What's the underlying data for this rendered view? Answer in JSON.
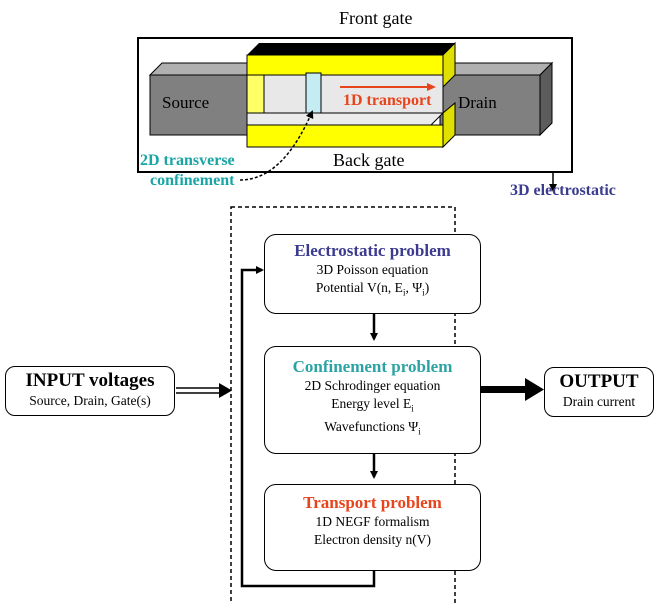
{
  "device": {
    "front_gate": "Front gate",
    "back_gate": "Back gate",
    "source": "Source",
    "drain": "Drain",
    "transport_label": "1D transport",
    "confinement_label_1": "2D transverse",
    "confinement_label_2": "confinement",
    "electrostatic_label": "3D electrostatic"
  },
  "input": {
    "title": "INPUT voltages",
    "detail": "Source, Drain, Gate(s)"
  },
  "output": {
    "title": "OUTPUT",
    "detail": "Drain current"
  },
  "electrostatic": {
    "title": "Electrostatic problem",
    "line1": "3D Poisson equation",
    "line2_prefix": "Potential V(n, E",
    "line2_sub1": "i",
    "line2_mid": ", Ψ",
    "line2_sub2": "i",
    "line2_suffix": ")"
  },
  "confinement": {
    "title": "Confinement problem",
    "line1": "2D Schrodinger equation",
    "line2_prefix": "Energy level E",
    "line2_sub": "i",
    "line3_prefix": "Wavefunctions Ψ",
    "line3_sub": "i"
  },
  "transport": {
    "title": "Transport problem",
    "line1": "1D NEGF formalism",
    "line2": "Electron density n(V)"
  },
  "colors": {
    "gate_yellow": "#ffff00",
    "gate_black": "#000000",
    "source_drain_gray": "#7f7f7f",
    "channel_light": "#e6e6e6",
    "confinement_slab": "#bfe9f0",
    "electrostatic_blue": "#3b3b8f",
    "confinement_teal": "#2ba3a3",
    "transport_red": "#e8441c"
  }
}
